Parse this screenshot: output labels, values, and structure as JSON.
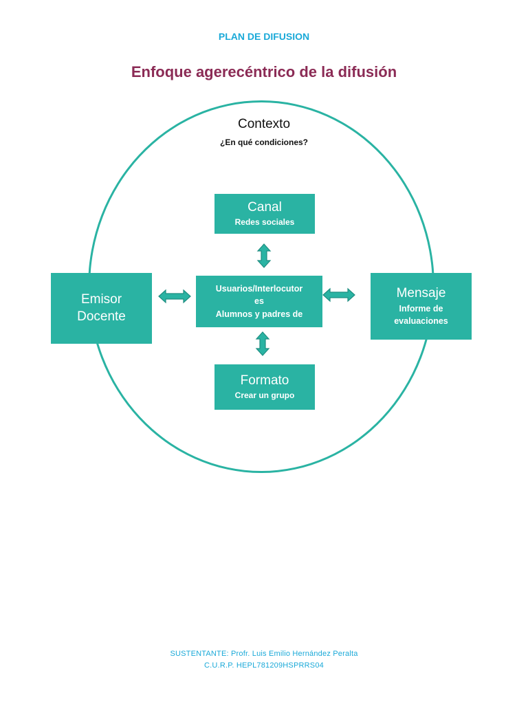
{
  "header": "PLAN DE DIFUSION",
  "title": "Enfoque agerecéntrico de la difusión",
  "context": {
    "title": "Contexto",
    "subtitle": "¿En qué condiciones?"
  },
  "nodes": {
    "canal": {
      "title": "Canal",
      "detail": "Redes sociales"
    },
    "emisor": {
      "line1": "Emisor",
      "line2": "Docente"
    },
    "usuarios": {
      "line1": "Usuarios/Interlocutor",
      "line2": "es",
      "detail": "Alumnos y padres de"
    },
    "mensaje": {
      "title": "Mensaje",
      "detail1": "Informe de",
      "detail2": "evaluaciones"
    },
    "formato": {
      "title": "Formato",
      "detail": "Crear un grupo"
    }
  },
  "footer": {
    "line1": "SUSTENTANTE: Profr. Luis Emilio Hernández Peralta",
    "line2": "C.U.R.P.  HEPL781209HSPRRS04"
  },
  "colors": {
    "teal": "#2ab3a3",
    "header_blue": "#1aa9d8",
    "title_maroon": "#8b2b55"
  }
}
